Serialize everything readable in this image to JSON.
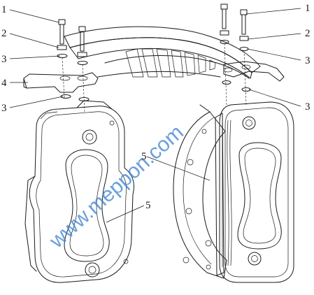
{
  "callouts": {
    "c1_left": "1",
    "c2_left": "2",
    "c3_left_upper": "3",
    "c4_left": "4",
    "c3_left_lower": "3",
    "c1_right": "1",
    "c2_right": "2",
    "c3_right_upper": "3",
    "c3_right_lower": "3",
    "c5_right_caliper": "5",
    "c5_left_caliper": "5"
  },
  "watermark": {
    "text": "www.meppon.com",
    "color": "#3a7fd0"
  }
}
